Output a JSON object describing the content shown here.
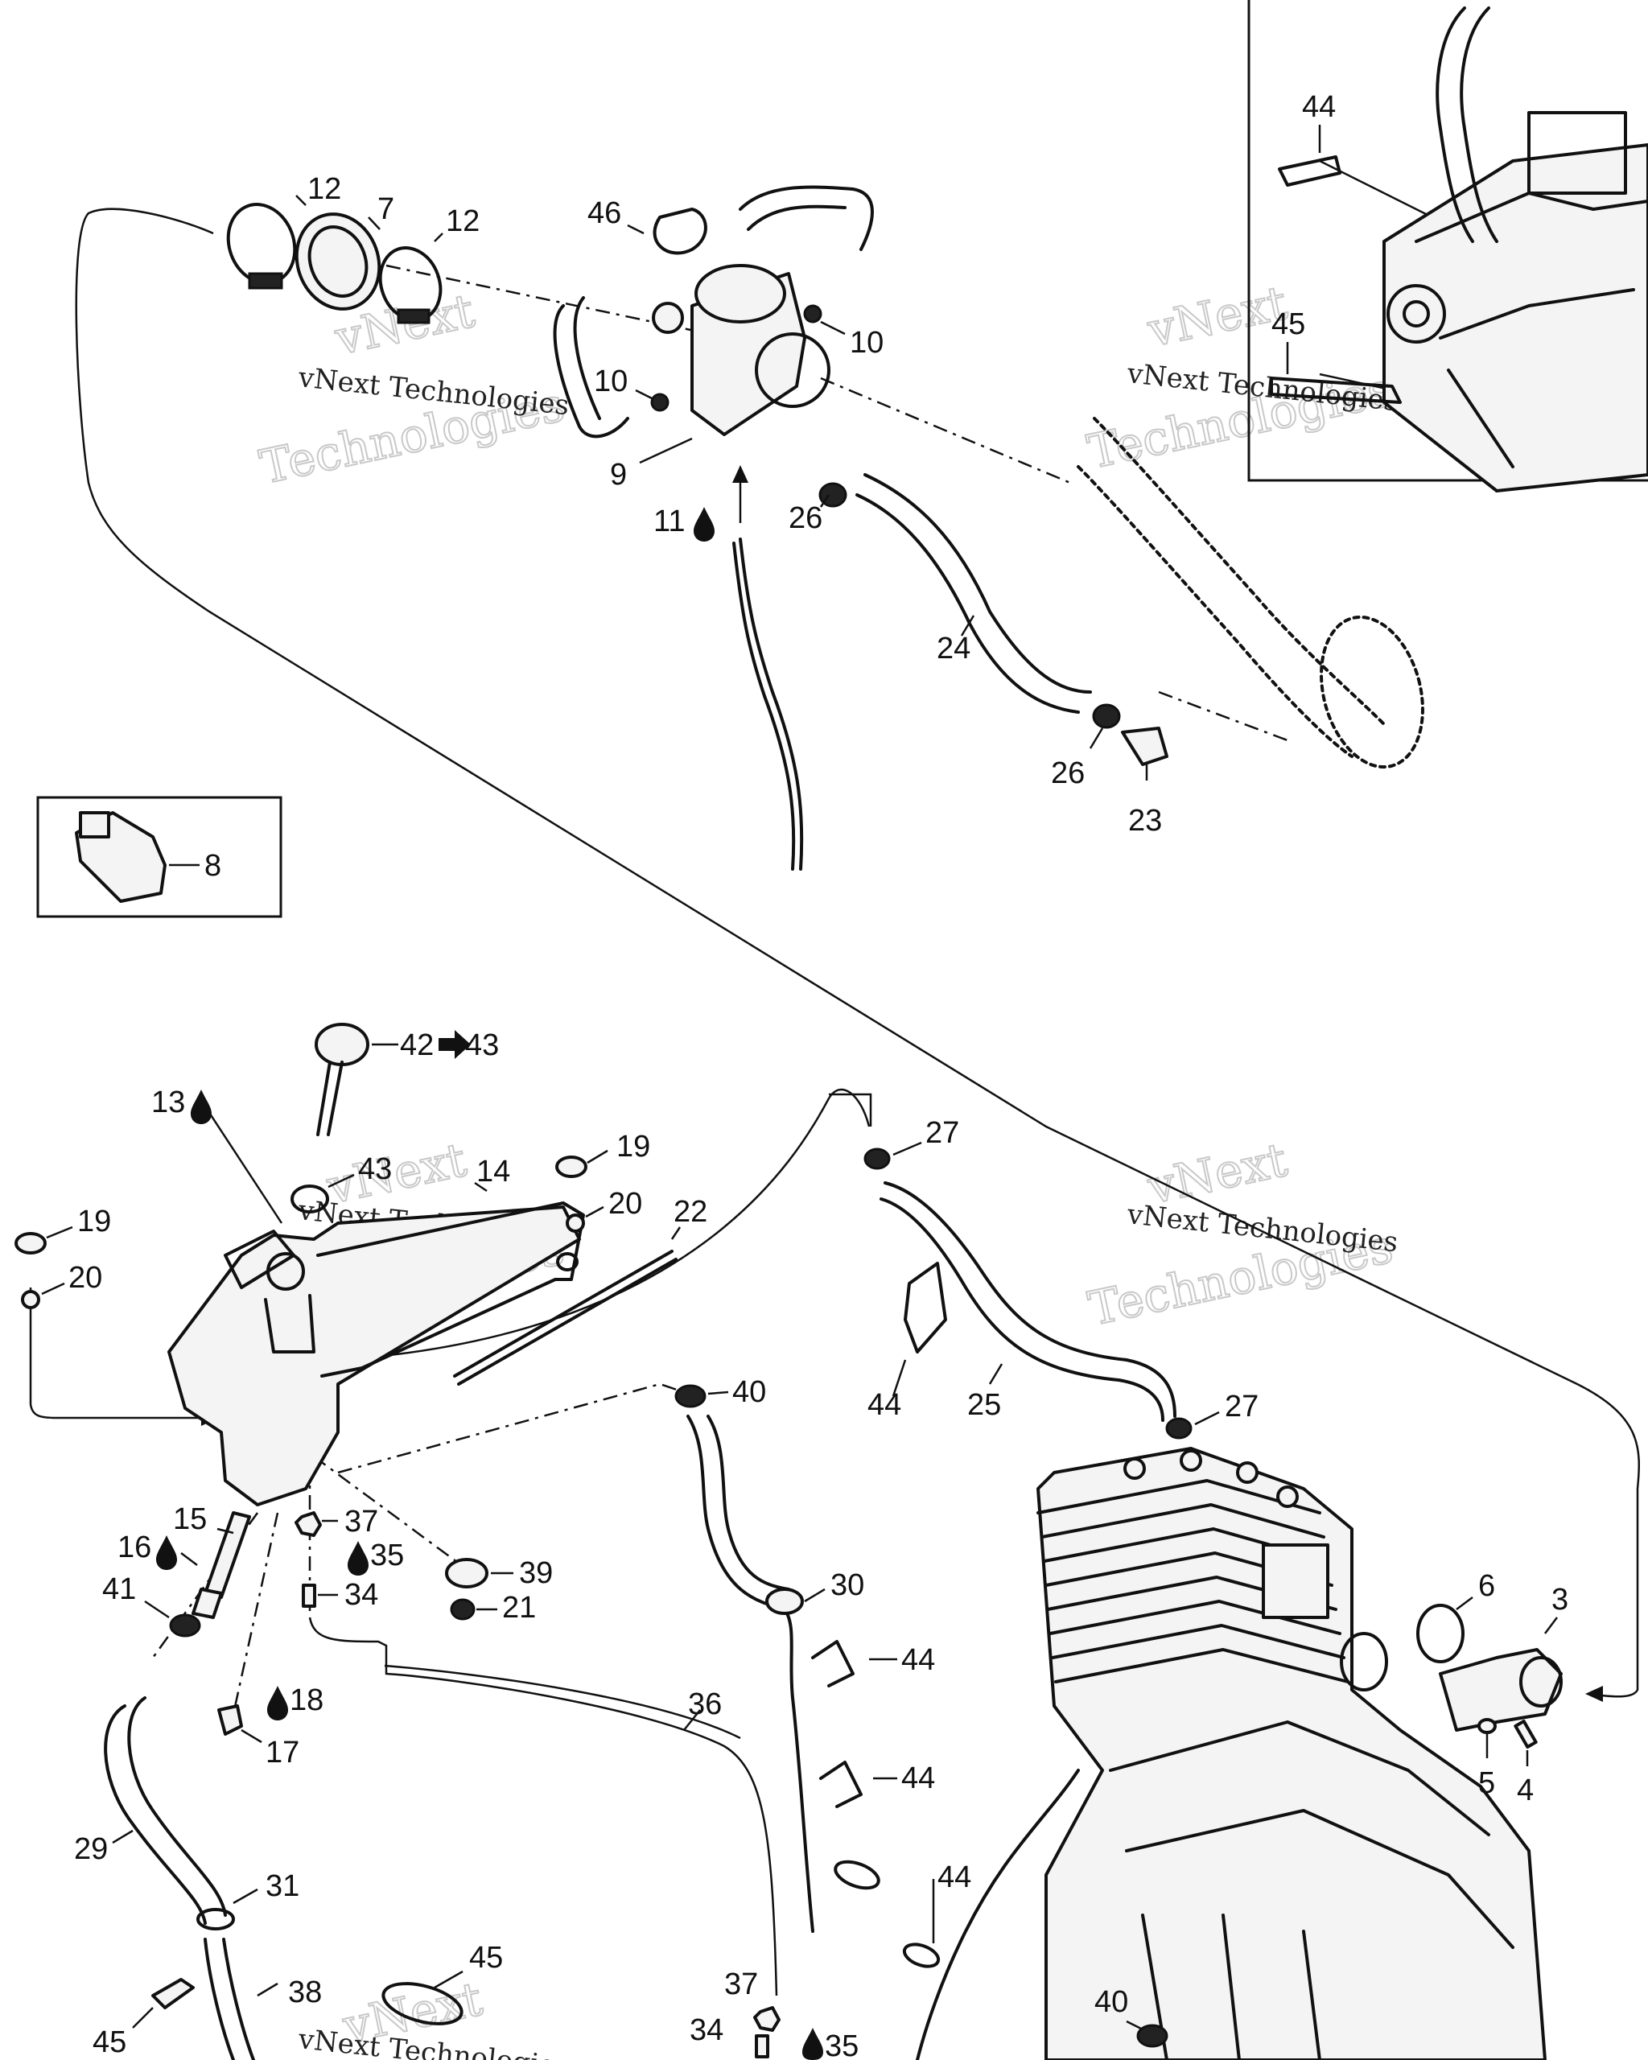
{
  "callouts": {
    "c1_12": "12",
    "c2_7": "7",
    "c3_12": "12",
    "c4_46": "46",
    "c5_10": "10",
    "c6_10": "10",
    "c7_9": "9",
    "c8_11": "11",
    "c9_26": "26",
    "c10_24": "24",
    "c11_26": "26",
    "c12_23": "23",
    "c13_8": "8",
    "c14_44": "44",
    "c15_45": "45",
    "c16_42": "42",
    "c17_43": "43",
    "c18_13": "13",
    "c19_43": "43",
    "c20_14": "14",
    "c21_19": "19",
    "c22_20": "20",
    "c23_22": "22",
    "c24_19": "19",
    "c25_20": "20",
    "c26_27": "27",
    "c27_44": "44",
    "c28_25": "25",
    "c29_27": "27",
    "c30_40": "40",
    "c31_15": "15",
    "c32_16": "16",
    "c33_37": "37",
    "c34_35": "35",
    "c35_39": "39",
    "c36_41": "41",
    "c37_34": "34",
    "c38_21": "21",
    "c39_30": "30",
    "c40_6": "6",
    "c41_3": "3",
    "c42_44": "44",
    "c43_18": "18",
    "c44_17": "17",
    "c45_36": "36",
    "c46_44": "44",
    "c47_5": "5",
    "c48_4": "4",
    "c49_29": "29",
    "c50_31": "31",
    "c51_44": "44",
    "c52_45": "45",
    "c53_38": "38",
    "c54_37": "37",
    "c55_45": "45",
    "c56_34": "34",
    "c57_35": "35",
    "c58_40": "40"
  },
  "watermark": {
    "company": "vNext Technologies",
    "line1": "vNext",
    "line2": "Technologies"
  },
  "icons": {
    "drop": "fluid-drop-icon",
    "arrow": "replaced-by-arrow-icon"
  },
  "colors": {
    "ink": "#111111",
    "background": "#ffffff",
    "watermark_outline": "#c9c9c9"
  }
}
